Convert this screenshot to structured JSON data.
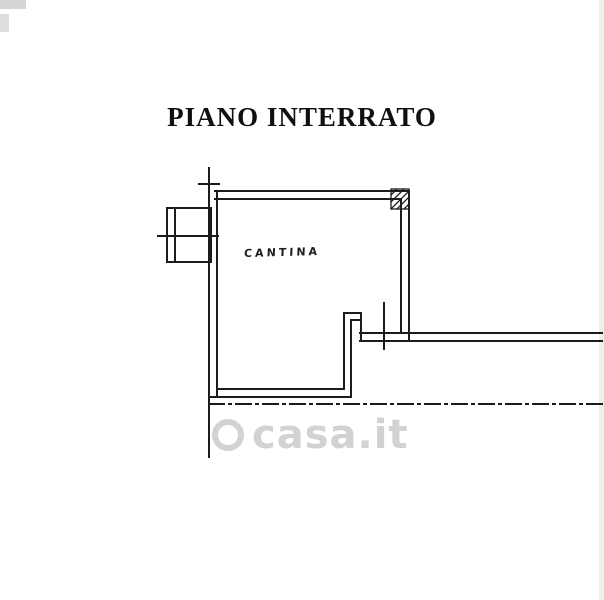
{
  "page": {
    "title": "PIANO INTERRATO"
  },
  "plan": {
    "room_label": "CANTINA"
  },
  "watermark": {
    "text": "casa.it",
    "icon": "casa-ring-icon"
  },
  "colors": {
    "ink": "#1c1c1c",
    "watermark_gray": "#c7c7c7",
    "background": "#ffffff"
  }
}
